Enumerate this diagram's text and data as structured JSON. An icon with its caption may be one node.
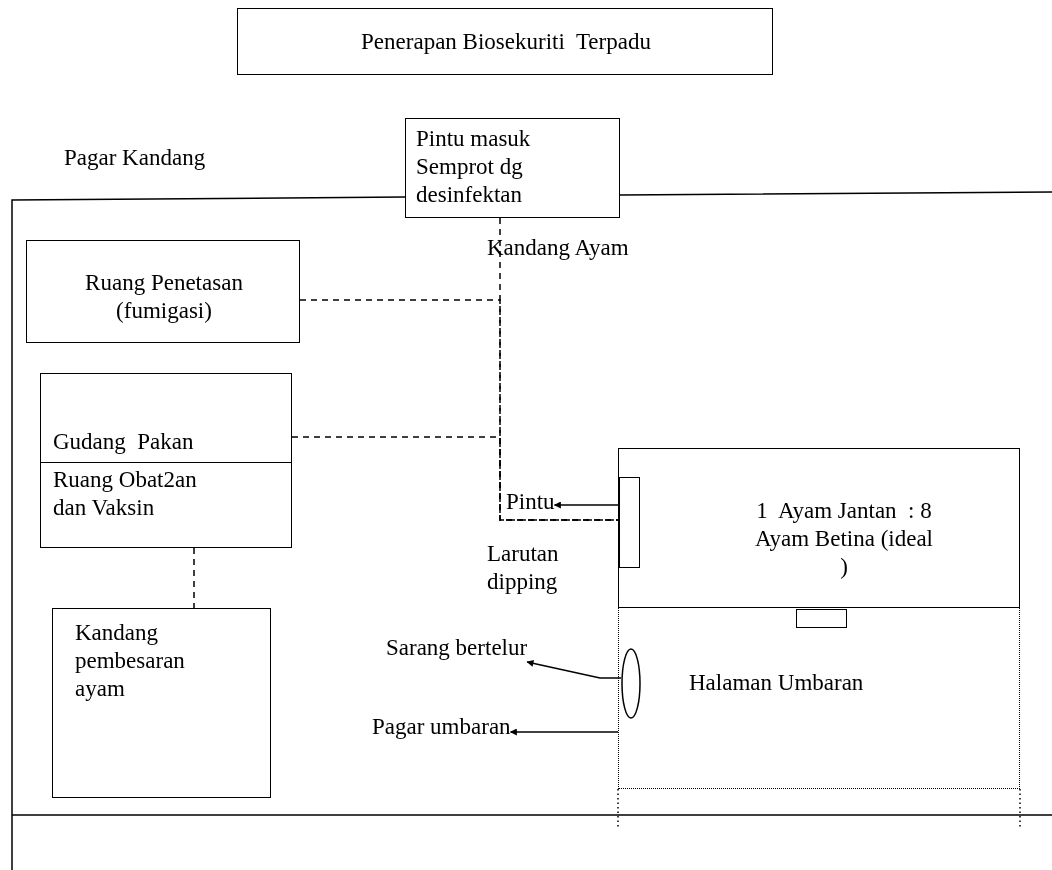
{
  "diagram": {
    "nodes": [
      {
        "text": [
          "Penerapan Biosekuriti  Terpadu"
        ]
      },
      {
        "text": [
          "Pintu masuk Semprot dg desinfektan"
        ]
      },
      {
        "text": [
          "Ruang Penetasan (fumigasi)"
        ]
      },
      {
        "text": [
          "Gudang  Pakan"
        ]
      },
      {
        "text": [
          "Ruang Obat2an dan Vaksin"
        ]
      },
      {
        "text": [
          "Pintu"
        ]
      },
      {
        "text": [
          "1  Ayam Jantan  : 8  Ayam Betina (ideal )"
        ]
      },
      {
        "text": [],
        "shape": "box",
        "in": 6
      },
      {
        "text": [],
        "shape": "box",
        "in": 9
      },
      {
        "text": [
          "Halaman Umbaran"
        ]
      },
      {
        "text": [
          "Sarang bertelur"
        ]
      },
      {
        "text": [],
        "shape": "ellipse",
        "in": 9
      },
      {
        "text": [
          "Pagar umbaran"
        ]
      },
      {
        "text": [
          "Kandang pembesaran ayam"
        ]
      }
    ],
    "edges": [
      {
        "from": 1,
        "to": 7,
        "arrow": "none",
        "style": "dashed"
      },
      {
        "from": 2,
        "to": 7,
        "arrow": "none",
        "style": "dashed"
      },
      {
        "from": 3,
        "to": 7,
        "arrow": "none",
        "style": "dashed"
      },
      {
        "from": 4,
        "to": 13,
        "arrow": "none",
        "style": "dashed"
      },
      {
        "from": 7,
        "to": 5,
        "arrow": "to"
      },
      {
        "from": 11,
        "to": 10,
        "arrow": "to"
      },
      {
        "from": 9,
        "to": 12,
        "arrow": "to"
      }
    ],
    "labels": [
      "Pagar Kandang",
      "Kandang Ayam",
      "Larutan dipping"
    ]
  }
}
